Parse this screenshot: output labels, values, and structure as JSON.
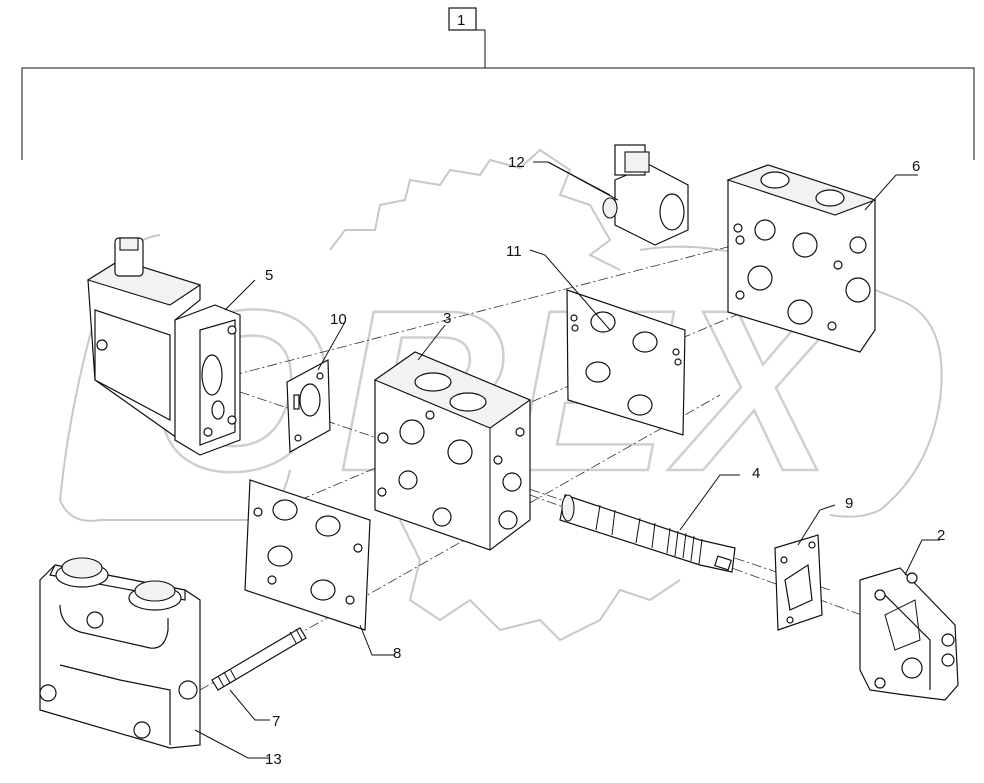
{
  "diagram": {
    "callouts": [
      "1",
      "2",
      "3",
      "4",
      "5",
      "6",
      "7",
      "8",
      "9",
      "10",
      "11",
      "12",
      "13"
    ],
    "watermark_text": "OREX"
  }
}
